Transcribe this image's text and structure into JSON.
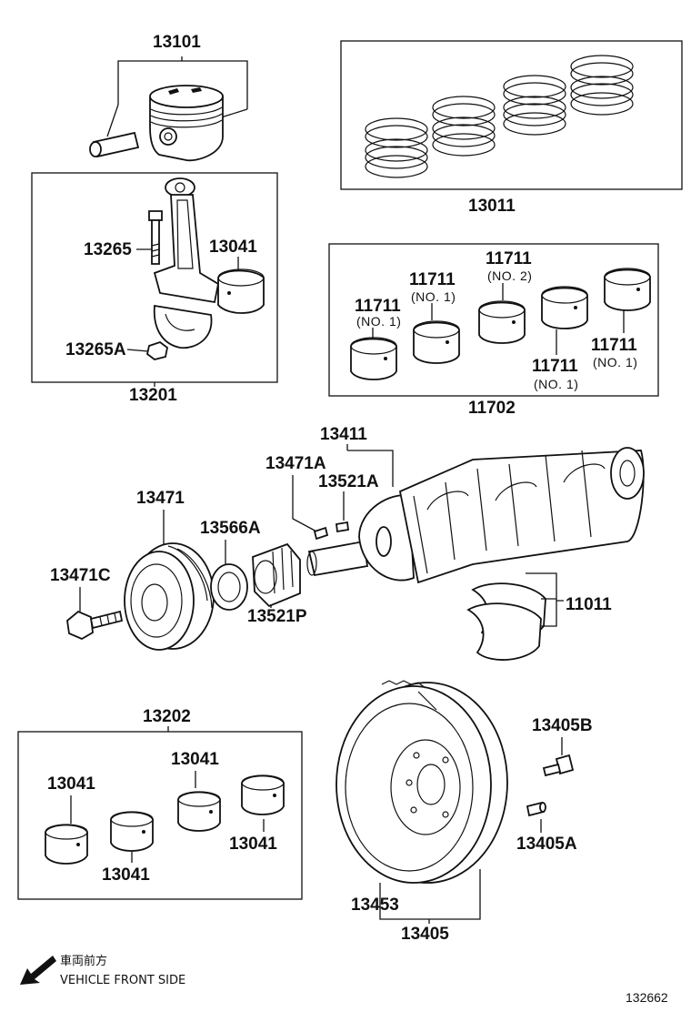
{
  "labels": {
    "p13101": "13101",
    "p13011": "13011",
    "p13265": "13265",
    "p13041_rod": "13041",
    "p13265A": "13265A",
    "p13201": "13201",
    "p11711_a": "11711",
    "p11711_a_sub": "(NO. 1)",
    "p11711_b": "11711",
    "p11711_b_sub": "(NO. 1)",
    "p11711_c": "11711",
    "p11711_c_sub": "(NO. 2)",
    "p11711_d": "11711",
    "p11711_d_sub": "(NO. 1)",
    "p11711_e": "11711",
    "p11711_e_sub": "(NO. 1)",
    "p11702": "11702",
    "p13411": "13411",
    "p13471A": "13471A",
    "p13521A": "13521A",
    "p13471": "13471",
    "p13566A": "13566A",
    "p13471C": "13471C",
    "p13521P": "13521P",
    "p11011": "11011",
    "p13202": "13202",
    "p13041_a": "13041",
    "p13041_b": "13041",
    "p13041_c": "13041",
    "p13041_d": "13041",
    "p13405B": "13405B",
    "p13405A": "13405A",
    "p13453": "13453",
    "p13405": "13405"
  },
  "note": {
    "japanese": "車両前方",
    "english": "VEHICLE FRONT SIDE"
  },
  "diagram_id": "132662",
  "colors": {
    "ink": "#111111",
    "paper": "#ffffff"
  }
}
